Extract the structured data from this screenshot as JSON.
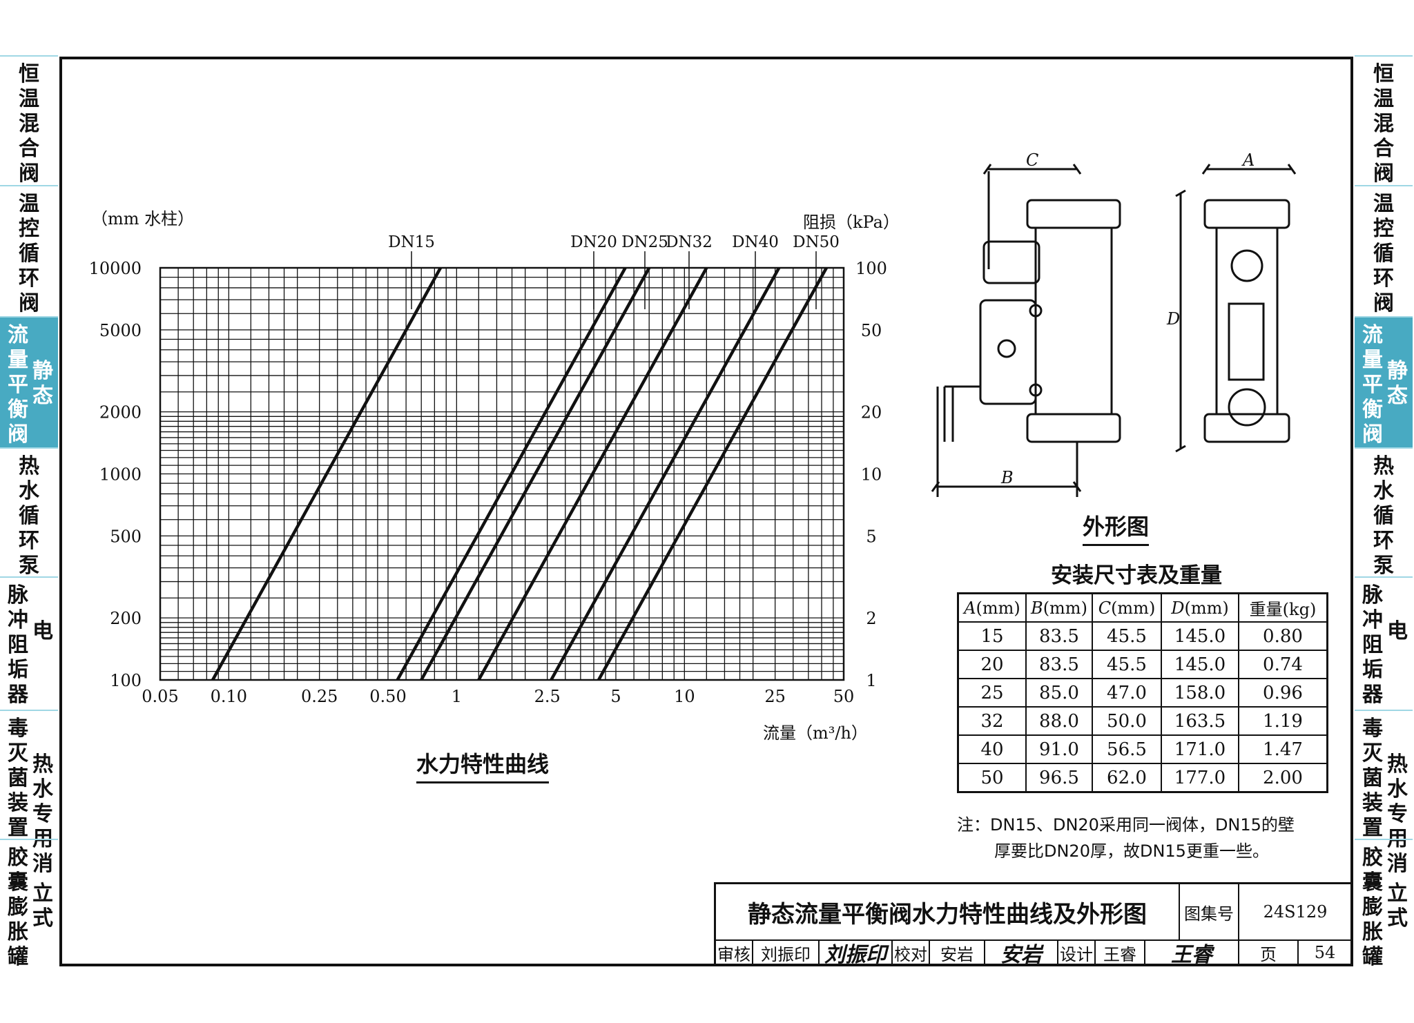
{
  "sidebar": {
    "tabs": [
      {
        "col1": "恒温混合阀",
        "col2": "",
        "active": false
      },
      {
        "col1": "温控循环阀",
        "col2": "",
        "active": false
      },
      {
        "col1": "流量平衡阀",
        "col2": "静态",
        "active": true
      },
      {
        "col1": "热水循环泵",
        "col2": "",
        "active": false
      },
      {
        "col1": "脉冲阻垢器",
        "col2": "电",
        "active": false
      },
      {
        "col1": "毒灭菌装置",
        "col2": "热水专用消",
        "active": false
      },
      {
        "col1": "胶囊膨胀罐",
        "col2": "立式",
        "active": false
      }
    ]
  },
  "chart_data": {
    "type": "line",
    "title": "水力特性曲线",
    "x_scale": "log",
    "y_scale": "log",
    "xlabel": "流量（m³/h）",
    "ylabel_left": "（mm 水柱）",
    "ylabel_right": "阻损（kPa）",
    "xlim": [
      0.05,
      50
    ],
    "ylim_left": [
      100,
      10000
    ],
    "ylim_right": [
      1,
      100
    ],
    "x_ticks": [
      {
        "value": 0.05,
        "label": "0.05"
      },
      {
        "value": 0.1,
        "label": "0.10"
      },
      {
        "value": 0.25,
        "label": "0.25"
      },
      {
        "value": 0.5,
        "label": "0.50"
      },
      {
        "value": 1,
        "label": "1"
      },
      {
        "value": 2.5,
        "label": "2.5"
      },
      {
        "value": 5,
        "label": "5"
      },
      {
        "value": 10,
        "label": "10"
      },
      {
        "value": 25,
        "label": "25"
      },
      {
        "value": 50,
        "label": "50"
      }
    ],
    "y_ticks_left": [
      {
        "value": 10000,
        "label": "10000"
      },
      {
        "value": 5000,
        "label": "5000"
      },
      {
        "value": 2000,
        "label": "2000"
      },
      {
        "value": 1000,
        "label": "1000"
      },
      {
        "value": 500,
        "label": "500"
      },
      {
        "value": 200,
        "label": "200"
      },
      {
        "value": 100,
        "label": "100"
      }
    ],
    "y_ticks_right": [
      {
        "value": 10000,
        "label": "100"
      },
      {
        "value": 5000,
        "label": "50"
      },
      {
        "value": 2000,
        "label": "20"
      },
      {
        "value": 1000,
        "label": "10"
      },
      {
        "value": 500,
        "label": "5"
      },
      {
        "value": 200,
        "label": "2"
      },
      {
        "value": 100,
        "label": "1"
      }
    ],
    "grid": true,
    "series": [
      {
        "name": "DN15",
        "x": [
          0.085,
          0.85
        ],
        "y": [
          100,
          10000
        ]
      },
      {
        "name": "DN20",
        "x": [
          0.55,
          5.5
        ],
        "y": [
          100,
          10000
        ]
      },
      {
        "name": "DN25",
        "x": [
          0.7,
          7.0
        ],
        "y": [
          100,
          10000
        ]
      },
      {
        "name": "DN32",
        "x": [
          1.25,
          12.5
        ],
        "y": [
          100,
          10000
        ]
      },
      {
        "name": "DN40",
        "x": [
          2.6,
          26
        ],
        "y": [
          100,
          10000
        ]
      },
      {
        "name": "DN50",
        "x": [
          4.2,
          42
        ],
        "y": [
          100,
          10000
        ]
      }
    ]
  },
  "drawing": {
    "caption": "外形图",
    "dim_labels": [
      "C",
      "A",
      "D",
      "B"
    ]
  },
  "table": {
    "title": "安装尺寸表及重量",
    "headers": [
      {
        "sym": "A",
        "unit": "(mm)"
      },
      {
        "sym": "B",
        "unit": "(mm)"
      },
      {
        "sym": "C",
        "unit": "(mm)"
      },
      {
        "sym": "D",
        "unit": "(mm)"
      },
      {
        "sym": "",
        "unit": "重量(kg)"
      }
    ],
    "rows": [
      [
        "15",
        "83.5",
        "45.5",
        "145.0",
        "0.80"
      ],
      [
        "20",
        "83.5",
        "45.5",
        "145.0",
        "0.74"
      ],
      [
        "25",
        "85.0",
        "47.0",
        "158.0",
        "0.96"
      ],
      [
        "32",
        "88.0",
        "50.0",
        "163.5",
        "1.19"
      ],
      [
        "40",
        "91.0",
        "56.5",
        "171.0",
        "1.47"
      ],
      [
        "50",
        "96.5",
        "62.0",
        "177.0",
        "2.00"
      ]
    ]
  },
  "note": {
    "line1": "注：DN15、DN20采用同一阀体，DN15的壁",
    "line2": "厚要比DN20厚，故DN15更重一些。"
  },
  "title_block": {
    "title": "静态流量平衡阀水力特性曲线及外形图",
    "atlas_label": "图集号",
    "atlas_no": "24S129",
    "review_label": "审核",
    "review_name": "刘振印",
    "review_sig": "刘振印",
    "check_label": "校对",
    "check_name": "安岩",
    "check_sig": "安岩",
    "design_label": "设计",
    "design_name": "王睿",
    "design_sig": "王睿",
    "page_label": "页",
    "page_no": "54"
  },
  "colors": {
    "sidebar_active": "#48aac2",
    "sidebar_border": "#9fd7e4",
    "ink": "#111111"
  }
}
